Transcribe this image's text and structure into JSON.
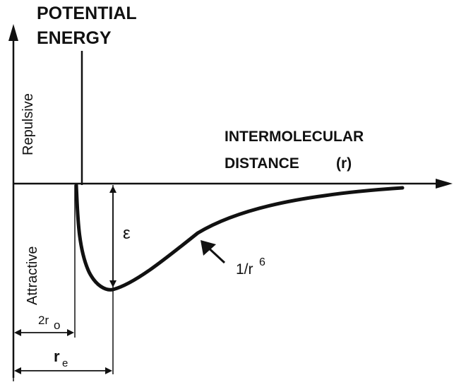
{
  "diagram": {
    "y_axis_title_line1": "POTENTIAL",
    "y_axis_title_line2": "ENERGY",
    "x_axis_title_line1": "INTERMOLECULAR",
    "x_axis_title_line2": "DISTANCE",
    "x_axis_symbol": "(r)",
    "region_repulsive": "Repulsive",
    "region_attractive": "Attractive",
    "well_depth_symbol": "ε",
    "tail_annotation_base": "1/r",
    "tail_annotation_exponent": "6",
    "dim_two_r0_prefix": "2r",
    "dim_two_r0_subscript": "o",
    "dim_re_base": "r",
    "dim_re_subscript": "e",
    "line_color": "#111111",
    "background_color": "#ffffff"
  }
}
